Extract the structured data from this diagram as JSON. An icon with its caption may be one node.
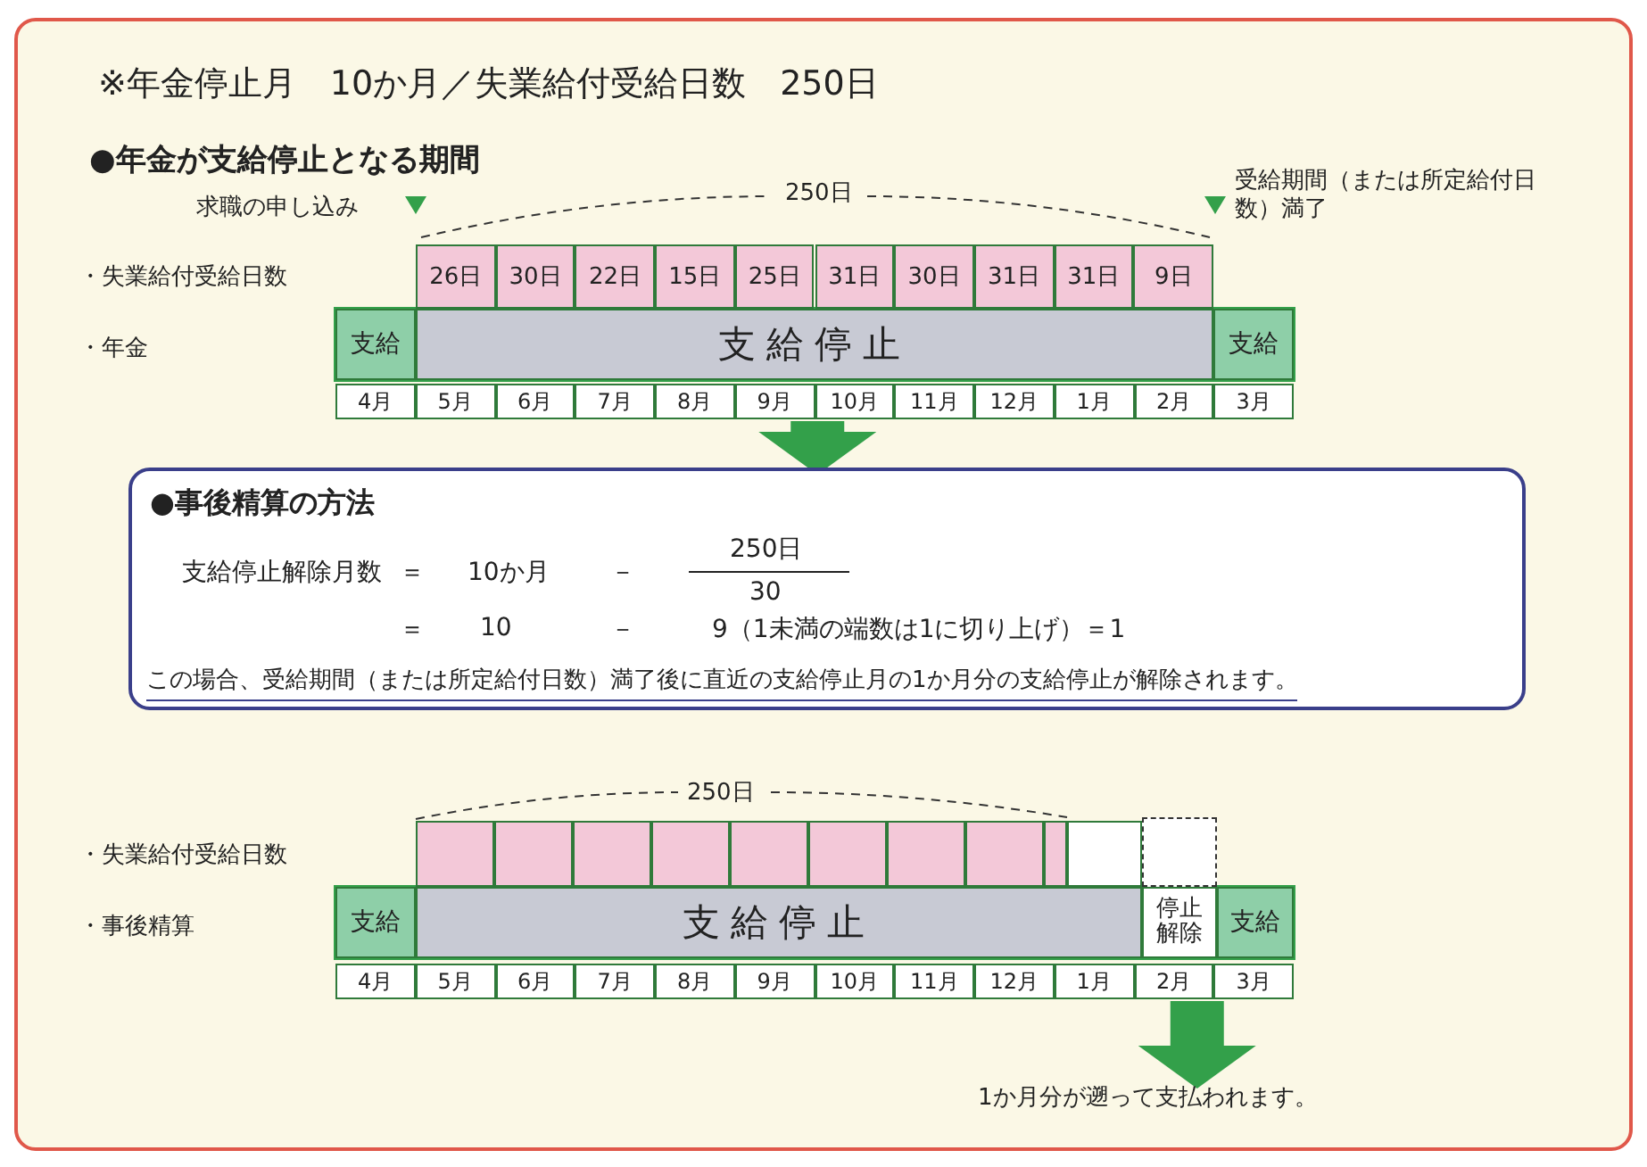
{
  "diagram": {
    "title": "※年金停止月　10か月／失業給付受給日数　250日",
    "nodes": [
      {
        "text": [
          "26日"
        ]
      },
      {
        "text": [
          "30日"
        ]
      },
      {
        "text": [
          "22日"
        ]
      },
      {
        "text": [
          "15日"
        ]
      },
      {
        "text": [
          "25日"
        ]
      },
      {
        "text": [
          "31日"
        ]
      },
      {
        "text": [
          "30日"
        ]
      },
      {
        "text": [
          "31日"
        ]
      },
      {
        "text": [
          "31日"
        ]
      },
      {
        "text": [
          "9日"
        ]
      },
      {
        "text": [
          "支給"
        ]
      },
      {
        "text": [
          "支給停止"
        ]
      },
      {
        "text": [
          "支給"
        ]
      },
      {
        "text": [
          "4月"
        ]
      },
      {
        "text": [
          "5月"
        ]
      },
      {
        "text": [
          "6月"
        ]
      },
      {
        "text": [
          "7月"
        ]
      },
      {
        "text": [
          "8月"
        ]
      },
      {
        "text": [
          "9月"
        ]
      },
      {
        "text": [
          "10月"
        ]
      },
      {
        "text": [
          "11月"
        ]
      },
      {
        "text": [
          "12月"
        ]
      },
      {
        "text": [
          "1月"
        ]
      },
      {
        "text": [
          "2月"
        ]
      },
      {
        "text": [
          "3月"
        ]
      },
      {
        "text": [
          "●事後精算の方法",
          "支給停止解除月数",
          "＝",
          "10か月",
          "－",
          "250日",
          "30",
          "＝",
          "10",
          "－",
          "9（1未満の端数は1に切り上げ）＝1",
          "この場合、受給期間（または所定給付日数）満了後に直近の支給停止月の1か月分の支給停止が解除されます。"
        ]
      },
      {
        "text": [],
        "shape": "box"
      },
      {
        "text": [],
        "shape": "box"
      },
      {
        "text": [],
        "shape": "box"
      },
      {
        "text": [],
        "shape": "box"
      },
      {
        "text": [],
        "shape": "box"
      },
      {
        "text": [],
        "shape": "box"
      },
      {
        "text": [],
        "shape": "box"
      },
      {
        "text": [],
        "shape": "box"
      },
      {
        "text": [],
        "shape": "box"
      },
      {
        "text": [],
        "shape": "box"
      },
      {
        "text": [],
        "shape": "box"
      },
      {
        "text": [
          "支給"
        ]
      },
      {
        "text": [
          "支給停止"
        ]
      },
      {
        "text": [
          "停止解除"
        ]
      },
      {
        "text": [
          "支給"
        ]
      },
      {
        "text": [
          "4月"
        ]
      },
      {
        "text": [
          "5月"
        ]
      },
      {
        "text": [
          "6月"
        ]
      },
      {
        "text": [
          "7月"
        ]
      },
      {
        "text": [
          "8月"
        ]
      },
      {
        "text": [
          "9月"
        ]
      },
      {
        "text": [
          "10月"
        ]
      },
      {
        "text": [
          "11月"
        ]
      },
      {
        "text": [
          "12月"
        ]
      },
      {
        "text": [
          "1月"
        ]
      },
      {
        "text": [
          "2月"
        ]
      },
      {
        "text": [
          "3月"
        ]
      },
      {
        "text": [
          "1か月分が遡って支払われます。"
        ]
      }
    ],
    "edges": [
      {
        "from": 18,
        "to": 25,
        "arrow": "to"
      },
      {
        "from": 51,
        "to": 53,
        "arrow": "to"
      }
    ],
    "labels": [
      "●年金が支給停止となる期間",
      "求職の申し込み",
      "250日",
      "受給期間（または所定給付日数）満了",
      "・失業給付受給日数",
      "・年金",
      "250日",
      "・失業給付受給日数",
      "・事後精算"
    ]
  }
}
